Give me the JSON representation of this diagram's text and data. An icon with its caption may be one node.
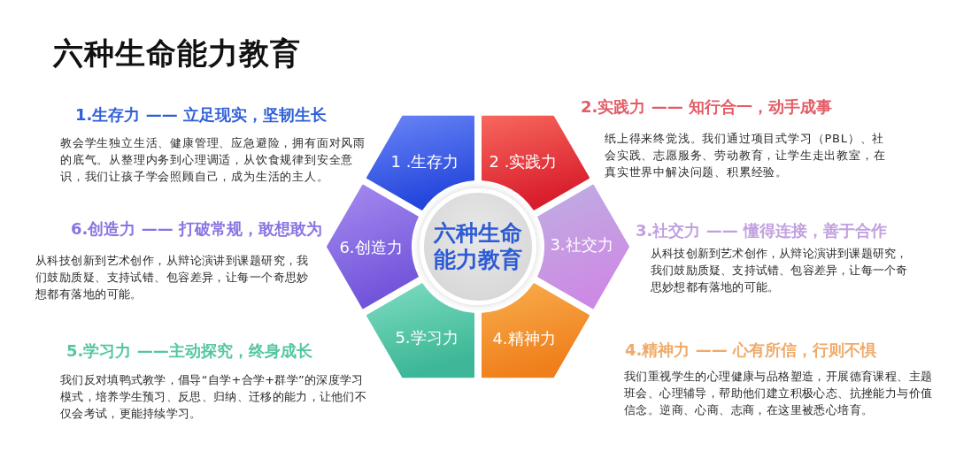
{
  "diagram": {
    "title": "六种生命能力教育",
    "nodes": [
      {
        "text": [
          "1 .生存力"
        ]
      },
      {
        "text": [
          "2 .实践力"
        ]
      },
      {
        "text": [
          "3.社交力"
        ]
      },
      {
        "text": [
          "4.精神力"
        ]
      },
      {
        "text": [
          "5.学习力"
        ]
      },
      {
        "text": [
          "6.创造力"
        ]
      },
      {
        "text": [
          "六种生命能力教育"
        ]
      }
    ],
    "labels": [
      "1.生存力 —— 立足现实，坚韧生长",
      "2.实践力 —— 知行合一，动手成事",
      "教会学生独立生活、健康管理、应急避险，拥有面对风雨的底气。从整理内务到心理调适，从饮食规律到安全意识，我们让孩子学会照顾自己，成为生活的主人。",
      "纸上得来终觉浅。我们通过项目式学习（PBL）、社会实践、志愿服务、劳动教育，让学生走出教室，在真实世界中解决问题、积累经验。",
      "6.创造力 —— 打破常规，敢想敢为",
      "3.社交力 —— 懂得连接，善于合作",
      "从科技创新到艺术创作，从辩论演讲到课题研究，我们鼓励质疑、支持试错、包容差异，让每一个奇思妙想都有落地的可能。",
      "从科技创新到艺术创作，从辩论演讲到课题研究，我们鼓励质疑、支持试错、包容差异，让每一个奇思妙想都有落地的可能。",
      "5.学习力 ——主动探究，终身成长",
      "4.精神力 —— 心有所信，行则不惧",
      "我们反对填鸭式教学，倡导“自学+合学+群学”的深度学习模式，培养学生预习、反思、归纳、迁移的能力，让他们不仅会考试，更能持续学习。",
      "我们重视学生的心理健康与品格塑造，开展德育课程、主题班会、心理辅导，帮助他们建立积极心态、抗挫能力与价值信念。逆商、心商、志商，在这里被悉心培育。"
    ]
  }
}
